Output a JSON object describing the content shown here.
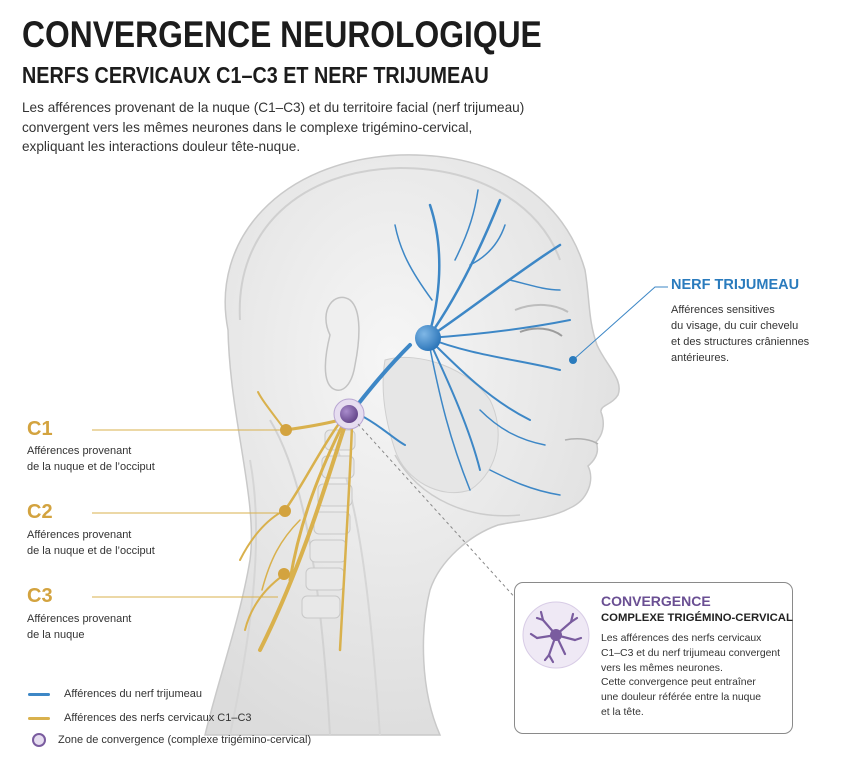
{
  "header": {
    "title": "CONVERGENCE NEUROLOGIQUE",
    "subtitle": "NERFS CERVICAUX C1–C3 ET NERF TRIJUMEAU",
    "intro_lines": [
      "Les afférences provenant de la nuque (C1–C3) et du territoire facial (nerf trijumeau)",
      "convergent vers les mêmes neurones dans le complexe trigémino-cervical,",
      "expliquant les interactions douleur tête-nuque."
    ]
  },
  "cervical": [
    {
      "label": "C1",
      "desc_lines": [
        "Afférences provenant",
        "de la nuque et de l’occiput"
      ]
    },
    {
      "label": "C2",
      "desc_lines": [
        "Afférences provenant",
        "de la nuque et de l’occiput"
      ]
    },
    {
      "label": "C3",
      "desc_lines": [
        "Afférences provenant",
        "de la nuque"
      ]
    }
  ],
  "trigeminal": {
    "title": "NERF TRIJUMEAU",
    "desc_lines": [
      "Afférences sensitives",
      "du visage, du cuir chevelu",
      "et des structures crâniennes",
      "antérieures."
    ]
  },
  "convergence_box": {
    "title": "CONVERGENCE",
    "subtitle": "COMPLEXE TRIGÉMINO-CERVICAL",
    "desc_lines": [
      "Les afférences des nerfs cervicaux",
      "C1–C3 et du nerf trijumeau convergent",
      "vers les mêmes neurones.",
      "Cette convergence peut entraîner",
      "une douleur référée entre la nuque",
      "et la tête."
    ],
    "icon": "neuron-icon"
  },
  "legend": [
    {
      "label": "Afférences du nerf trijumeau",
      "color": "#3d87c6",
      "kind": "line"
    },
    {
      "label": "Afférences des nerfs cervicaux C1–C3",
      "color": "#d9b14d",
      "kind": "line"
    },
    {
      "label": "Zone de convergence (complexe trigémino-cervical)",
      "color": "#7a5c9f",
      "kind": "dot"
    }
  ],
  "colors": {
    "trigeminal": "#3d87c6",
    "cervical": "#d9b14d",
    "convergence": "#7a5c9f",
    "accent_c": "#d3a33f"
  }
}
